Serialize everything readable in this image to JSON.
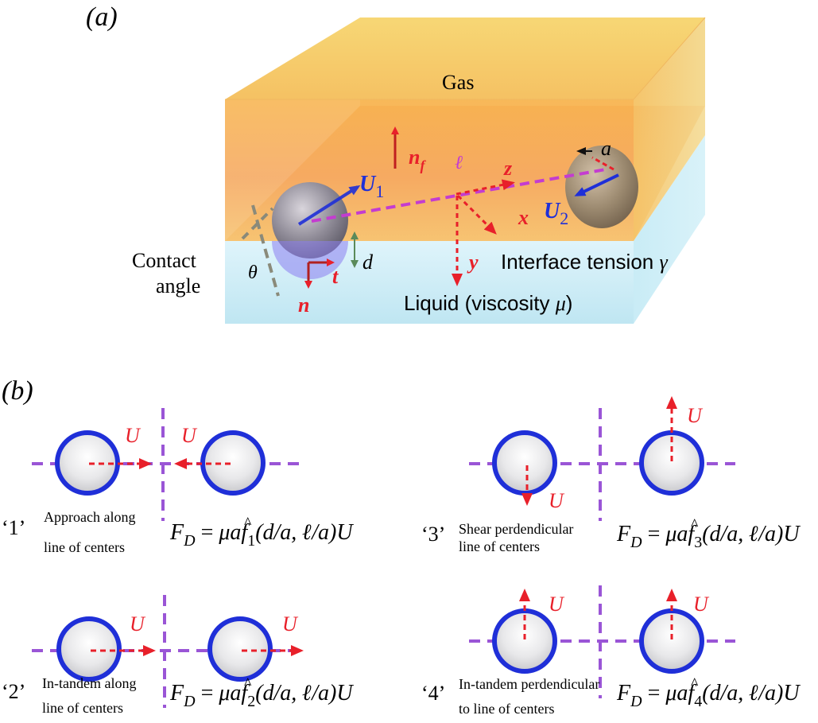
{
  "panel_a": {
    "label": "(a)",
    "gas": "Gas",
    "liquid": "Liquid (viscosity ",
    "liquid_mu": "μ",
    "liquid_close": ")",
    "interface": "Interface tension ",
    "interface_gamma": "γ",
    "contact1": "Contact",
    "contact2": "angle",
    "theta": "θ",
    "d": "d",
    "a": "a",
    "ell": "ℓ",
    "n": "n",
    "t": "t",
    "nf_n": "n",
    "nf_sub": "f",
    "U": "U",
    "sub1": "1",
    "sub2": "2",
    "x": "x",
    "y": "y",
    "z": "z"
  },
  "panel_b": {
    "label": "(b)",
    "U": "U",
    "cases": [
      {
        "num": "‘1’",
        "desc1": "Approach along",
        "desc2": "line of centers",
        "sub": "1"
      },
      {
        "num": "‘2’",
        "desc1": "In-tandem along",
        "desc2": "line of centers",
        "sub": "2"
      },
      {
        "num": "‘3’",
        "desc1": "Shear perdendicular",
        "desc2": "line of centers",
        "sub": "3"
      },
      {
        "num": "‘4’",
        "desc1": "In-tandem perdendicular",
        "desc2": "to line of centers",
        "sub": "4"
      }
    ],
    "formula": {
      "F": "F",
      "D": "D",
      "eq": " = ",
      "mu": "μ",
      "af": "af",
      "hat": "^",
      "args": "(d/a, ",
      "ell": "ℓ",
      "args2": "/a)",
      "U": "U"
    }
  },
  "colors": {
    "red": "#e8202a",
    "blue": "#1f2fd8",
    "purple": "#9a55d6",
    "gas_top": "#f6c860",
    "liquid": "#cdeef6",
    "ell": "#c43cd0"
  }
}
